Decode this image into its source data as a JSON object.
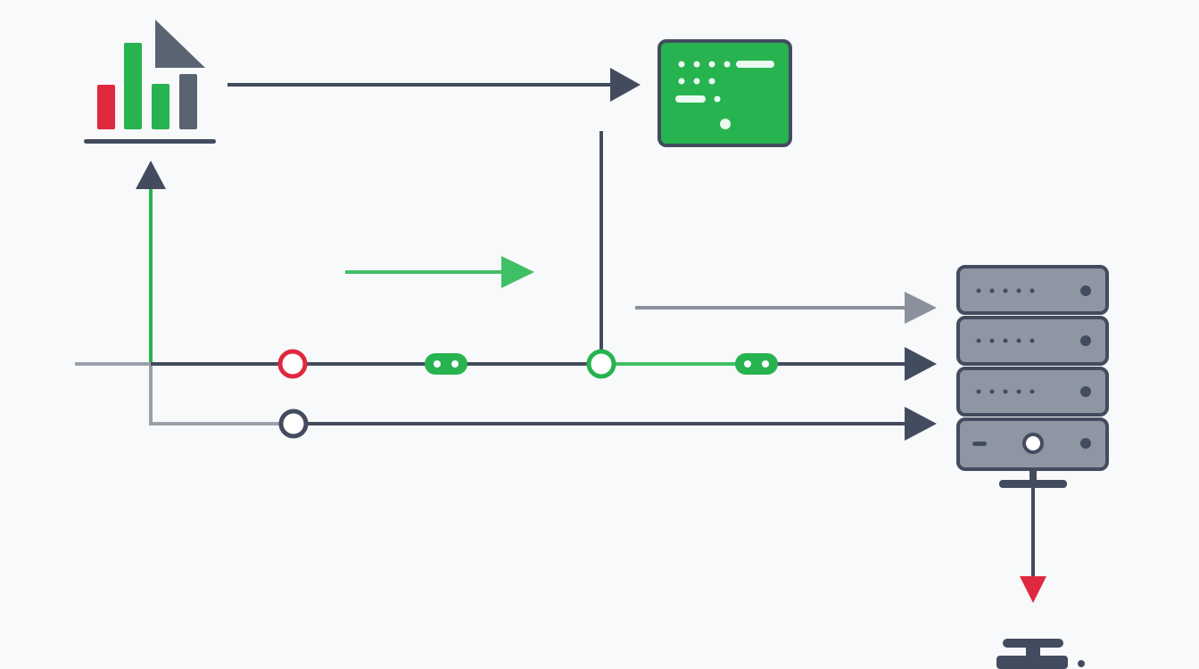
{
  "colors": {
    "background": "#f8f9fa",
    "dark": "#434c5e",
    "gray": "#8a919c",
    "light_gray": "#9aa1ab",
    "green": "#27b34f",
    "green_light": "#3fc065",
    "red": "#e0283f",
    "server_fill": "#8e96a3",
    "white": "#ffffff"
  },
  "icons": {
    "analytics": "bar-chart-icon",
    "terminal": "terminal-panel-icon",
    "database": "server-rack-icon",
    "sink": "faucet-valve-icon"
  },
  "nodes": [
    {
      "name": "commit-node-red",
      "color": "red",
      "kind": "ring"
    },
    {
      "name": "commit-node-green-pill-1",
      "color": "green",
      "kind": "pill"
    },
    {
      "name": "merge-node-green",
      "color": "green",
      "kind": "ring"
    },
    {
      "name": "commit-node-green-pill-2",
      "color": "green",
      "kind": "pill"
    },
    {
      "name": "commit-node-dark",
      "color": "dark",
      "kind": "ring"
    }
  ]
}
